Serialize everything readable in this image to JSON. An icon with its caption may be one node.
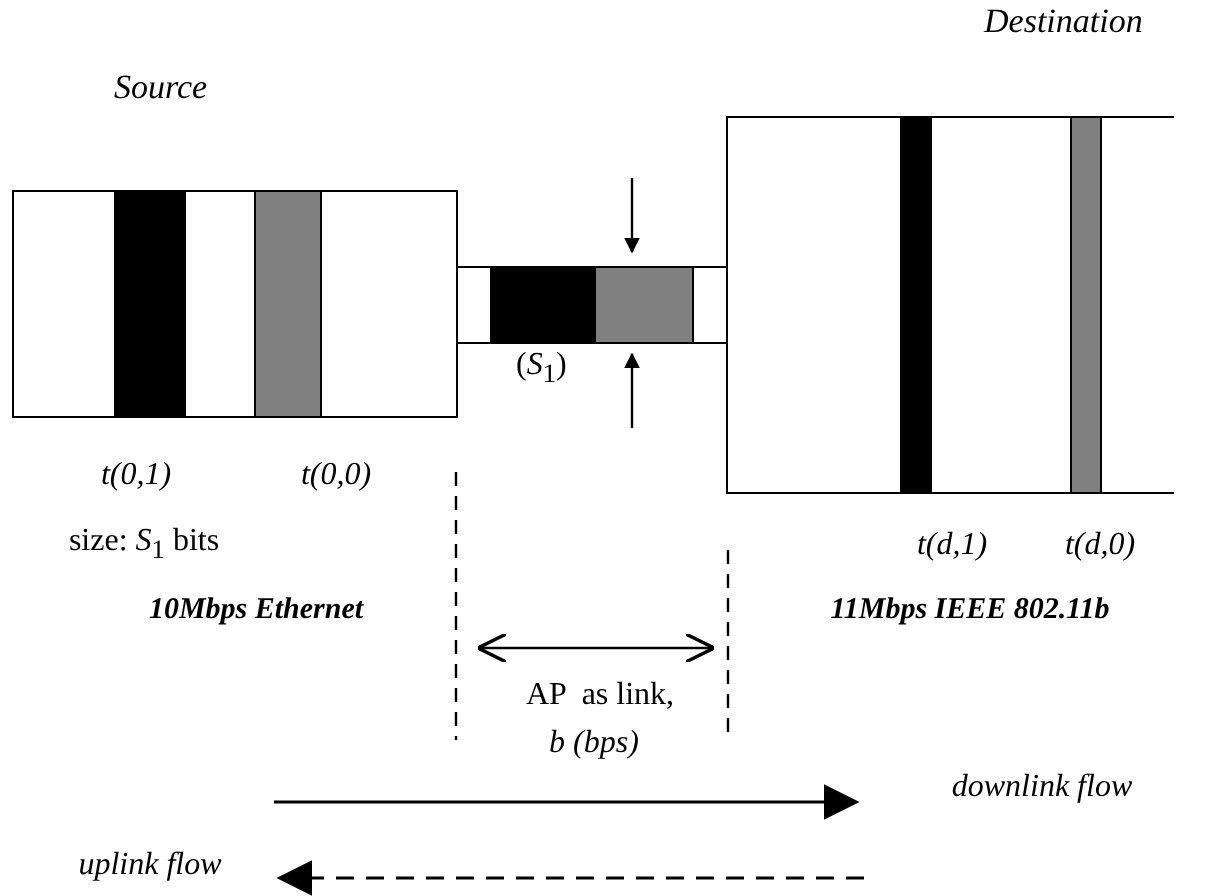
{
  "diagram": {
    "nodes": [
      {
        "text": [
          "Source"
        ]
      },
      {
        "text": [],
        "shape": "bar",
        "in": 0
      },
      {
        "text": [],
        "shape": "bar",
        "in": 0
      },
      {
        "text": [
          "(*S*$_{1}$)"
        ]
      },
      {
        "text": [],
        "shape": "bar",
        "in": 3
      },
      {
        "text": [],
        "shape": "bar",
        "in": 3
      },
      {
        "text": [
          "Destination"
        ]
      },
      {
        "text": [],
        "shape": "bar",
        "in": 6
      },
      {
        "text": [],
        "shape": "bar",
        "in": 6
      }
    ],
    "labels": [
      "t(0,1)",
      "t(0,0)",
      "size: *S*$_{1}$ bits",
      "10Mbps Ethernet",
      "t(d,1)",
      "t(d,0)",
      "11Mbps IEEE 802.11b",
      "AP  as link,",
      "b (bps)",
      "downlink flow",
      "uplink flow"
    ]
  }
}
